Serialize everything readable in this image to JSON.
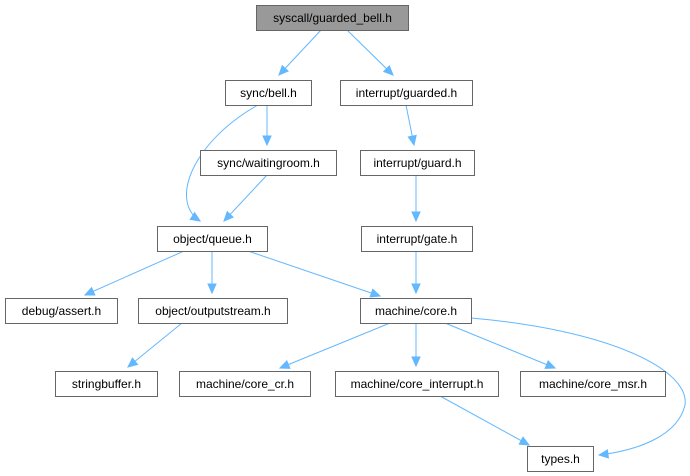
{
  "diagram": {
    "colors": {
      "edge": "#63b8ff",
      "node_border": "#666666",
      "node_fill": "#ffffff",
      "root_fill": "#999999",
      "text": "#000000"
    },
    "nodes": [
      {
        "id": "syscall_guarded_bell",
        "label": "syscall/guarded_bell.h",
        "root": true
      },
      {
        "id": "sync_bell",
        "label": "sync/bell.h"
      },
      {
        "id": "interrupt_guarded",
        "label": "interrupt/guarded.h"
      },
      {
        "id": "sync_waitingroom",
        "label": "sync/waitingroom.h"
      },
      {
        "id": "interrupt_guard",
        "label": "interrupt/guard.h"
      },
      {
        "id": "object_queue",
        "label": "object/queue.h"
      },
      {
        "id": "interrupt_gate",
        "label": "interrupt/gate.h"
      },
      {
        "id": "debug_assert",
        "label": "debug/assert.h"
      },
      {
        "id": "object_outputstream",
        "label": "object/outputstream.h"
      },
      {
        "id": "machine_core",
        "label": "machine/core.h"
      },
      {
        "id": "stringbuffer",
        "label": "stringbuffer.h"
      },
      {
        "id": "machine_core_cr",
        "label": "machine/core_cr.h"
      },
      {
        "id": "machine_core_interrupt",
        "label": "machine/core_interrupt.h"
      },
      {
        "id": "machine_core_msr",
        "label": "machine/core_msr.h"
      },
      {
        "id": "types",
        "label": "types.h"
      }
    ],
    "edges": [
      {
        "from": "syscall_guarded_bell",
        "to": "sync_bell"
      },
      {
        "from": "syscall_guarded_bell",
        "to": "interrupt_guarded"
      },
      {
        "from": "sync_bell",
        "to": "object_queue"
      },
      {
        "from": "sync_bell",
        "to": "sync_waitingroom"
      },
      {
        "from": "sync_waitingroom",
        "to": "object_queue"
      },
      {
        "from": "interrupt_guarded",
        "to": "interrupt_guard"
      },
      {
        "from": "interrupt_guard",
        "to": "interrupt_gate"
      },
      {
        "from": "interrupt_gate",
        "to": "machine_core"
      },
      {
        "from": "object_queue",
        "to": "debug_assert"
      },
      {
        "from": "object_queue",
        "to": "object_outputstream"
      },
      {
        "from": "object_queue",
        "to": "machine_core"
      },
      {
        "from": "object_outputstream",
        "to": "stringbuffer"
      },
      {
        "from": "machine_core",
        "to": "machine_core_cr"
      },
      {
        "from": "machine_core",
        "to": "machine_core_interrupt"
      },
      {
        "from": "machine_core",
        "to": "machine_core_msr"
      },
      {
        "from": "machine_core",
        "to": "types"
      },
      {
        "from": "machine_core_interrupt",
        "to": "types"
      }
    ]
  }
}
